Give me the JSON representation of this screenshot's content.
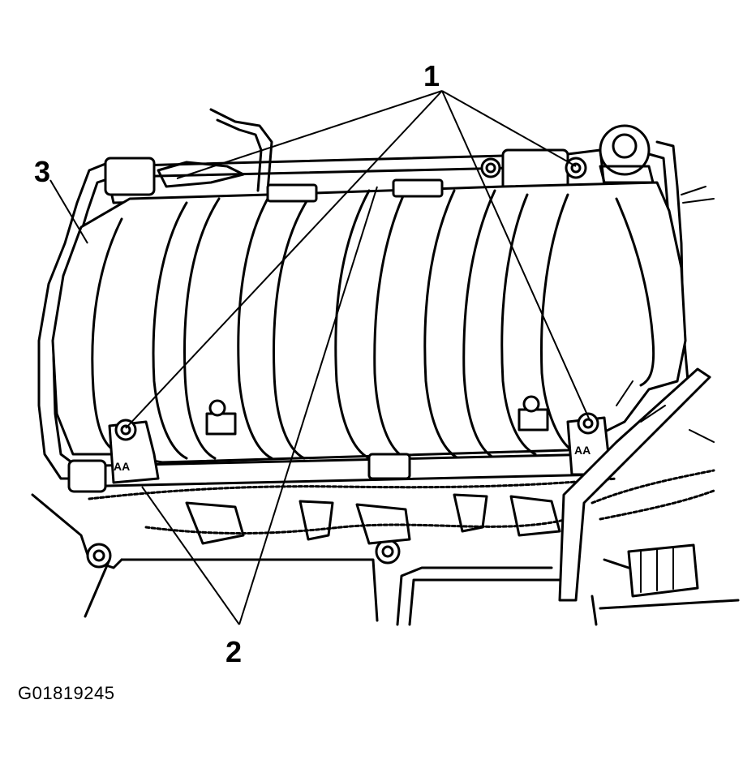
{
  "figure_id": "G01819245",
  "callouts": [
    {
      "id": "callout-1",
      "label": "1"
    },
    {
      "id": "callout-2",
      "label": "2"
    },
    {
      "id": "callout-3",
      "label": "3"
    }
  ]
}
